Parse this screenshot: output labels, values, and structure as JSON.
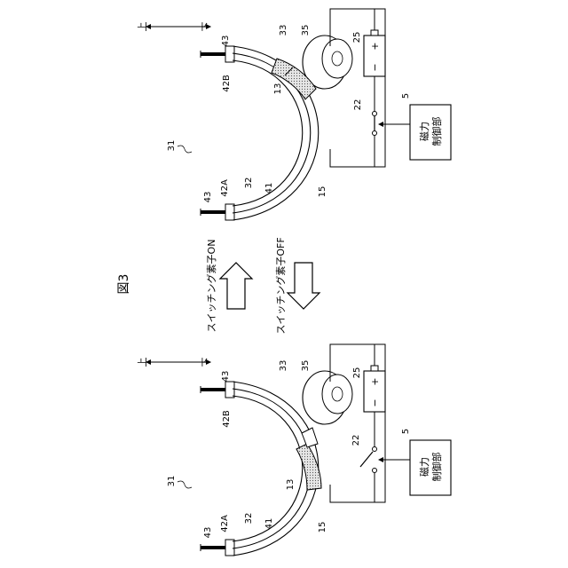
{
  "figure": {
    "title": "図3"
  },
  "labels": {
    "up": "上",
    "down": "下",
    "switch_on": "スイッチング素子ON",
    "switch_off": "スイッチング素子OFF",
    "controller_line1": "磁力",
    "controller_line2": "制御部",
    "plus": "+",
    "minus": "−"
  },
  "refs": {
    "r31": "31",
    "r32": "32",
    "r33": "33",
    "r35": "35",
    "r41": "41",
    "r42A": "42A",
    "r42B": "42B",
    "r43": "43",
    "r13": "13",
    "r15": "15",
    "r22": "22",
    "r25": "25",
    "r5": "5"
  }
}
